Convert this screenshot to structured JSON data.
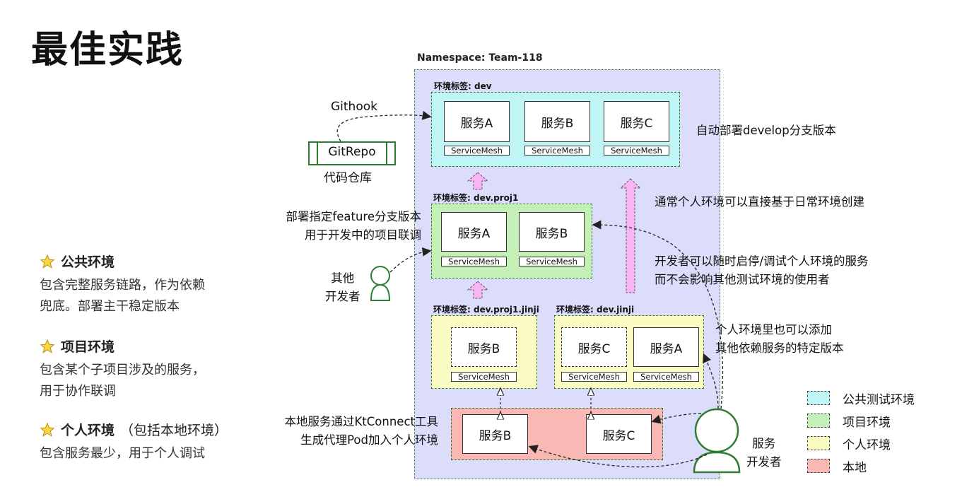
{
  "title": "最佳实践",
  "sections": [
    {
      "heading": "公共环境",
      "desc_lines": [
        "包含完整服务链路，作为依赖",
        "兜底。部署主干稳定版本"
      ]
    },
    {
      "heading": "项目环境",
      "desc_lines": [
        "包含某个子项目涉及的服务，",
        "用于协作联调"
      ]
    },
    {
      "heading": "个人环境",
      "heading_paren": "（包括本地环境）",
      "desc_lines": [
        "包含服务最少，用于个人调试"
      ]
    }
  ],
  "namespace_label": "Namespace: Team-118",
  "envs": {
    "dev": {
      "label": "环境标签: dev",
      "services": [
        "服务A",
        "服务B",
        "服务C"
      ]
    },
    "proj": {
      "label": "环境标签: dev.proj1",
      "services": [
        "服务A",
        "服务B"
      ]
    },
    "jinji1": {
      "label": "环境标签: dev.proj1.jinji",
      "services": [
        "服务B"
      ]
    },
    "jinji2": {
      "label": "环境标签: dev.jinji",
      "services": [
        "服务C",
        "服务A"
      ]
    },
    "local": {
      "services": [
        "服务B",
        "服务C"
      ]
    }
  },
  "mesh_label": "ServiceMesh",
  "githook": "Githook",
  "gitrepo": "GitRepo",
  "gitrepo_caption": "代码仓库",
  "notes": {
    "auto_deploy": "自动部署develop分支版本",
    "feature_line1": "部署指定feature分支版本",
    "feature_line2": "用于开发中的项目联调",
    "personal_based": "通常个人环境可以直接基于日常环境创建",
    "dev_line1": "开发者可以随时启停/调试个人环境的服务",
    "dev_line2": "而不会影响其他测试环境的使用者",
    "add_line1": "个人环境里也可以添加",
    "add_line2": "其他依赖服务的特定版本",
    "kt_line1": "本地服务通过KtConnect工具",
    "kt_line2": "生成代理Pod加入个人环境"
  },
  "other_dev": [
    "其他",
    "开发者"
  ],
  "service_dev": [
    "服务",
    "开发者"
  ],
  "legend": [
    {
      "label": "公共测试环境",
      "color": "#bff5f5"
    },
    {
      "label": "项目环境",
      "color": "#c4f0b8"
    },
    {
      "label": "个人环境",
      "color": "#fbfbc4"
    },
    {
      "label": "本地",
      "color": "#f9b8b4"
    }
  ]
}
